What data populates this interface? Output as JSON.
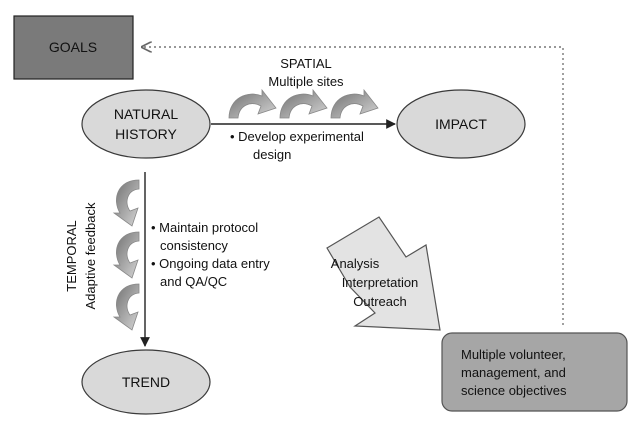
{
  "nodes": {
    "goals": "GOALS",
    "natural_history": [
      "NATURAL",
      "HISTORY"
    ],
    "impact": "IMPACT",
    "trend": "TREND",
    "objectives": [
      "Multiple volunteer,",
      "management, and",
      "science objectives"
    ]
  },
  "spatial": {
    "title": "SPATIAL",
    "subtitle": "Multiple sites",
    "bullet": [
      "• Develop experimental",
      "design"
    ]
  },
  "temporal": {
    "title": "TEMPORAL",
    "subtitle": "Adaptive feedback",
    "bullets": [
      "• Maintain protocol",
      "consistency",
      "• Ongoing data entry",
      "and QA/QC"
    ]
  },
  "big_arrow": {
    "lines": [
      "Analysis",
      "Interpretation",
      "Outreach"
    ]
  },
  "colors": {
    "goals_fill": "#7a7a7a",
    "oval_fill": "#d9d9d9",
    "objectives_fill": "#a6a6a6",
    "arrow_fill": "#e3e3e3",
    "stroke": "#3a3a3a"
  }
}
